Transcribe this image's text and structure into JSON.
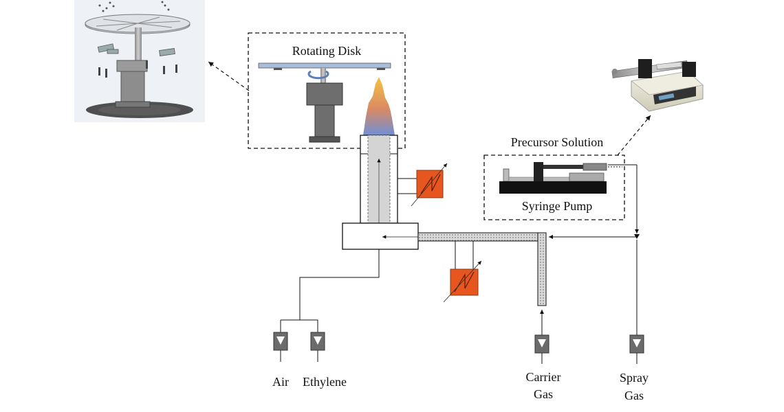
{
  "labels": {
    "rotating_disk": "Rotating Disk",
    "precursor_solution": "Precursor Solution",
    "syringe_pump": "Syringe Pump",
    "air": "Air",
    "ethylene": "Ethylene",
    "carrier_gas_line1": "Carrier",
    "carrier_gas_line2": "Gas",
    "spray_gas_line1": "Spray",
    "spray_gas_line2": "Gas"
  },
  "colors": {
    "heater": "#E8561F",
    "heater_border": "#8A3A12",
    "flame_top": "#F5C242",
    "flame_mid": "#D98A63",
    "flame_bottom": "#6E8FD8",
    "column_fill": "#D4D4D4",
    "flowmeter": "#6B6B6B",
    "disk": "#A9BCD8"
  },
  "icons": [
    "rotating-disk-render",
    "syringe-pump-photo",
    "flowmeter-icon",
    "heater-icon",
    "flame-icon"
  ]
}
